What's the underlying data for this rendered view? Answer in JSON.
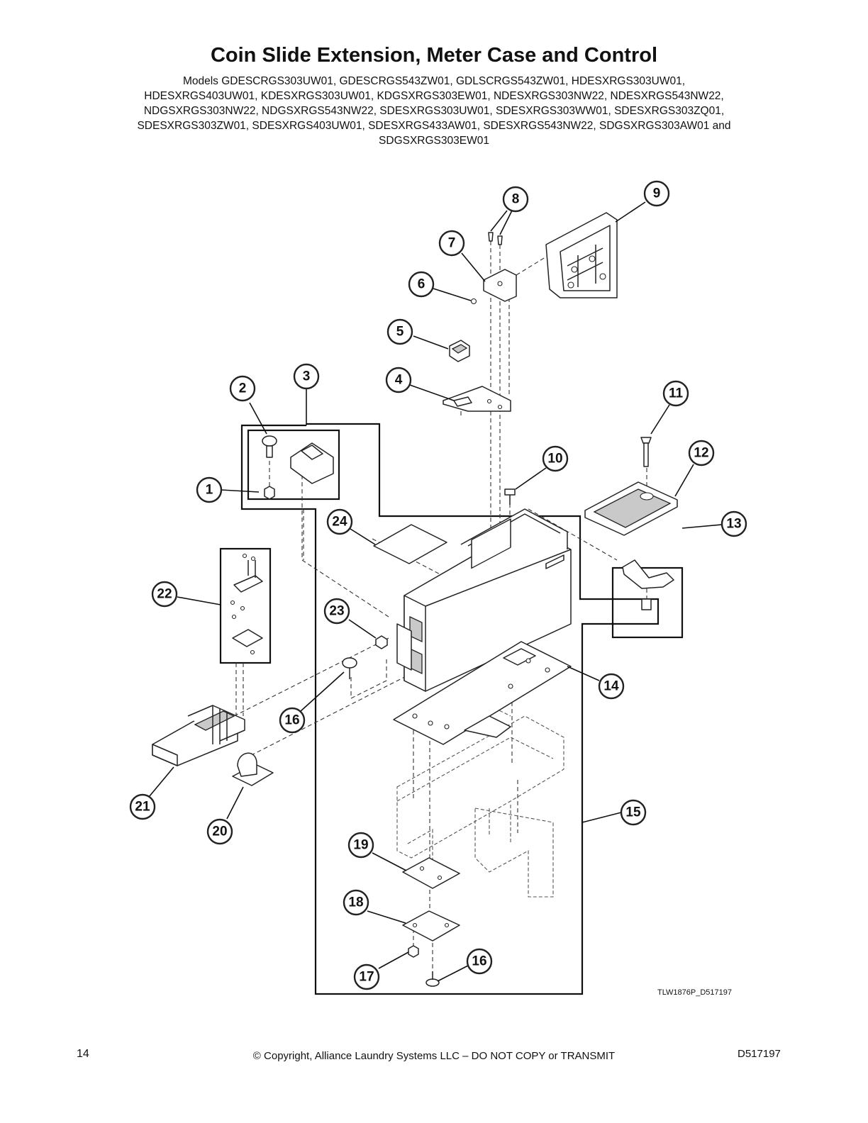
{
  "header": {
    "title": "Coin Slide Extension, Meter Case and Control",
    "models_lines": [
      "Models GDESCRGS303UW01, GDESCRGS543ZW01, GDLSCRGS543ZW01, HDESXRGS303UW01,",
      "HDESXRGS403UW01, KDESXRGS303UW01, KDGSXRGS303EW01, NDESXRGS303NW22, NDESXRGS543NW22,",
      "NDGSXRGS303NW22, NDGSXRGS543NW22, SDESXRGS303UW01, SDESXRGS303WW01, SDESXRGS303ZQ01,",
      "SDESXRGS303ZW01, SDESXRGS403UW01, SDESXRGS433AW01, SDESXRGS543NW22, SDGSXRGS303AW01 and",
      "SDGSXRGS303EW01"
    ]
  },
  "diagram": {
    "callouts": [
      "1",
      "2",
      "3",
      "4",
      "5",
      "6",
      "7",
      "8",
      "9",
      "10",
      "11",
      "12",
      "13",
      "14",
      "15",
      "16",
      "16",
      "17",
      "18",
      "19",
      "20",
      "21",
      "22",
      "23",
      "24"
    ],
    "drawing_id": "TLW1876P_D517197"
  },
  "footer": {
    "page_number": "14",
    "copyright": "© Copyright, Alliance Laundry Systems LLC – DO NOT COPY or TRANSMIT",
    "doc_number": "D517197"
  }
}
